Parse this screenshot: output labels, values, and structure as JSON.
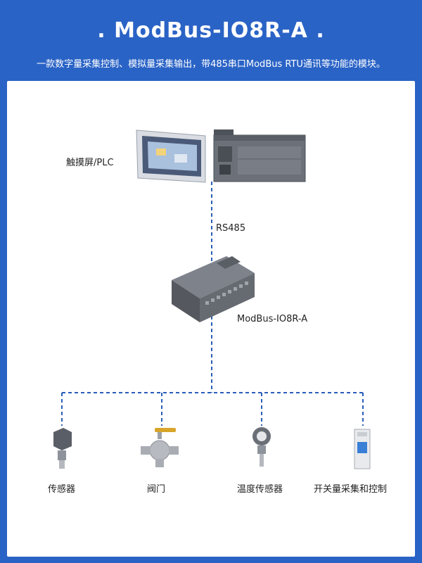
{
  "header": {
    "title": ". ModBus-IO8R-A .",
    "subtitle": "一款数字量采集控制、模拟量采集输出，带485串口ModBus RTU通讯等功能的模块。"
  },
  "diagram": {
    "top_label": "触摸屏/PLC",
    "link_label": "RS485",
    "module_label": "ModBus-IO8R-A",
    "devices": [
      {
        "label": "传感器",
        "icon": "pressure-sensor-icon"
      },
      {
        "label": "阀门",
        "icon": "valve-icon"
      },
      {
        "label": "温度传感器",
        "icon": "temperature-sensor-icon"
      },
      {
        "label": "开关量采集和控制",
        "icon": "din-switch-icon"
      }
    ]
  },
  "colors": {
    "background": "#2a63c6",
    "line": "#2a5db8",
    "panel": "#ffffff"
  }
}
